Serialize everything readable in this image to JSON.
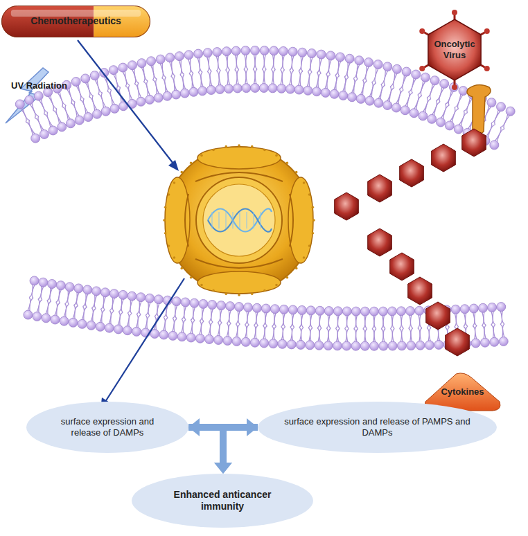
{
  "diagram": {
    "nodes": [
      {
        "text": [
          "Chemotherapeutics"
        ]
      },
      {
        "text": [
          "Oncolytic Virus"
        ]
      },
      {
        "text": [
          "Cytokines"
        ]
      },
      {
        "text": [
          "surface expression and release of DAMPs"
        ]
      },
      {
        "text": [
          "surface expression and release of PAMPS and DAMPs"
        ]
      },
      {
        "text": [
          "Enhanced anticancer immunity"
        ]
      }
    ],
    "edges": [
      {
        "from": 3,
        "to": 4,
        "arrow": "both"
      },
      {
        "from": 3,
        "to": 5,
        "arrow": "to"
      },
      {
        "from": 4,
        "to": 5,
        "arrow": "to"
      }
    ],
    "labels": [
      "UV Radiation"
    ]
  }
}
